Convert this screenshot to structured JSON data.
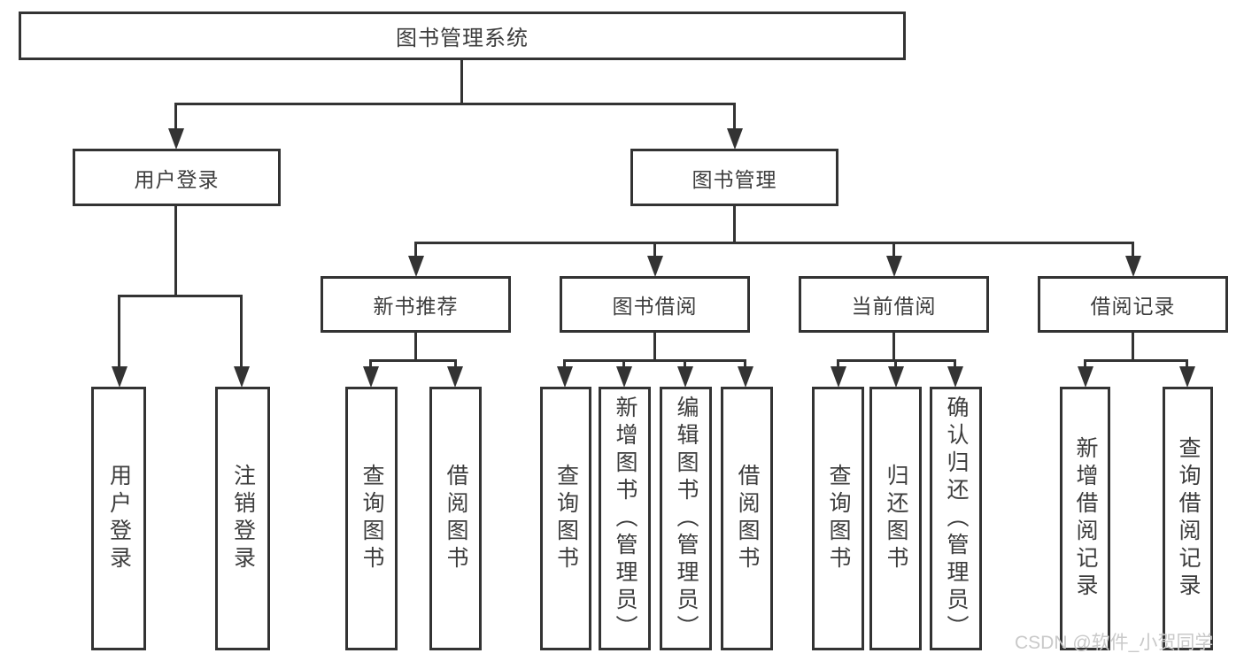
{
  "tree": {
    "root": "图书管理系统",
    "user_login": "用户登录",
    "book_mgmt": "图书管理",
    "user_login_children": [
      "用户登录",
      "注销登录"
    ],
    "book_mgmt_children": [
      "新书推荐",
      "图书借阅",
      "当前借阅",
      "借阅记录"
    ],
    "new_book_children": [
      "查询图书",
      "借阅图书"
    ],
    "borrow_children": [
      "查询图书",
      "新增图书（管理员）",
      "编辑图书（管理员）",
      "借阅图书"
    ],
    "current_children": [
      "查询图书",
      "归还图书",
      "确认归还（管理员）"
    ],
    "records_children": [
      "新增借阅记录",
      "查询借阅记录"
    ]
  },
  "watermark": {
    "text": "CSDN @软件_小贺同学"
  },
  "colors": {
    "line": "#333333",
    "text": "#3d3d3d",
    "background": "#ffffff",
    "watermark": "#c9c9c9"
  }
}
